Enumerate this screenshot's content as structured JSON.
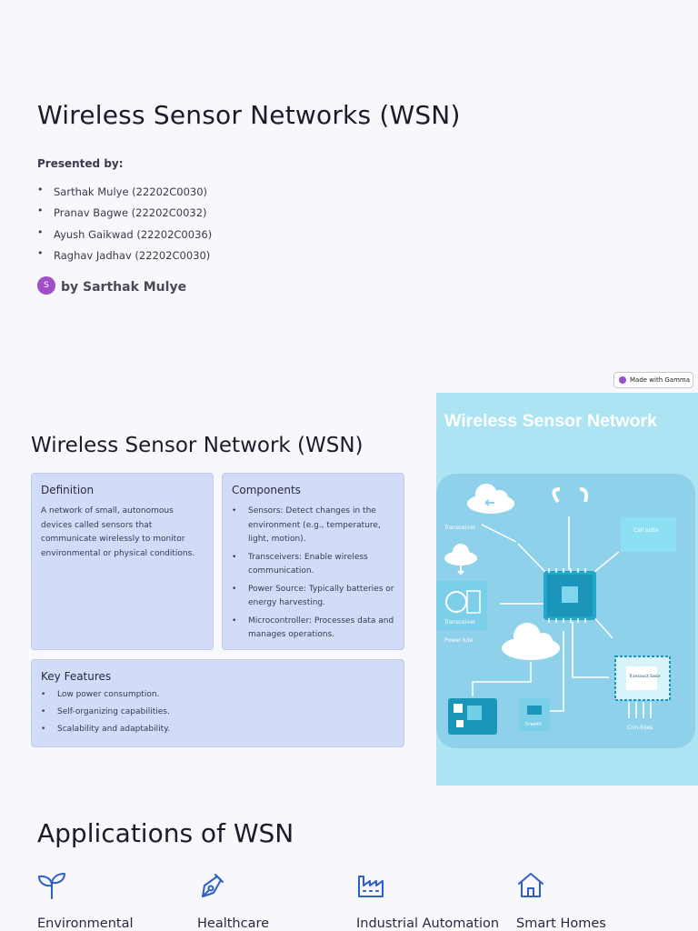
{
  "slide1": {
    "title": "Wireless Sensor Networks (WSN)",
    "presented_by_label": "Presented by:",
    "members": [
      "Sarthak Mulye (22202C0030)",
      "Pranav Bagwe (22202C0032)",
      "Ayush Gaikwad (22202C0036)",
      "Raghav Jadhav (22202C0030)"
    ],
    "author_initial": "S",
    "author": "by Sarthak Mulye",
    "badge": "Made with Gamma"
  },
  "slide2": {
    "title": "Wireless Sensor Network (WSN)",
    "definition": {
      "heading": "Definition",
      "text": "A network of small, autonomous devices called sensors that communicate wirelessly to monitor environmental or physical conditions."
    },
    "components": {
      "heading": "Components",
      "items": [
        "Sensors: Detect changes in the environment (e.g., temperature, light, motion).",
        "Transceivers: Enable wireless communication.",
        "Power Source: Typically batteries or energy harvesting.",
        "Microcontroller: Processes data and manages operations."
      ]
    },
    "features": {
      "heading": "Key Features",
      "items": [
        "Low power consumption.",
        "Self-organizing capabilities.",
        "Scalability and adaptability."
      ]
    },
    "diagram": {
      "title": "Wireless Sensor Network",
      "labels": {
        "transceiver_top": "Transceiver",
        "transceiver_left": "Transceiver",
        "power": "Power lute",
        "call": "Call solte",
        "sensor": "Transouct Salor",
        "sreekt": "Sreekt",
        "crin": "Crin-bijes"
      }
    }
  },
  "slide3": {
    "title": "Applications of WSN",
    "apps": [
      {
        "label": "Environmental Monitoring",
        "icon": "sprout-icon"
      },
      {
        "label": "Healthcare",
        "icon": "pen-nib-icon"
      },
      {
        "label": "Industrial Automation",
        "icon": "factory-icon"
      },
      {
        "label": "Smart Homes",
        "icon": "house-icon"
      }
    ],
    "icon_color": "#2f5fc6"
  }
}
